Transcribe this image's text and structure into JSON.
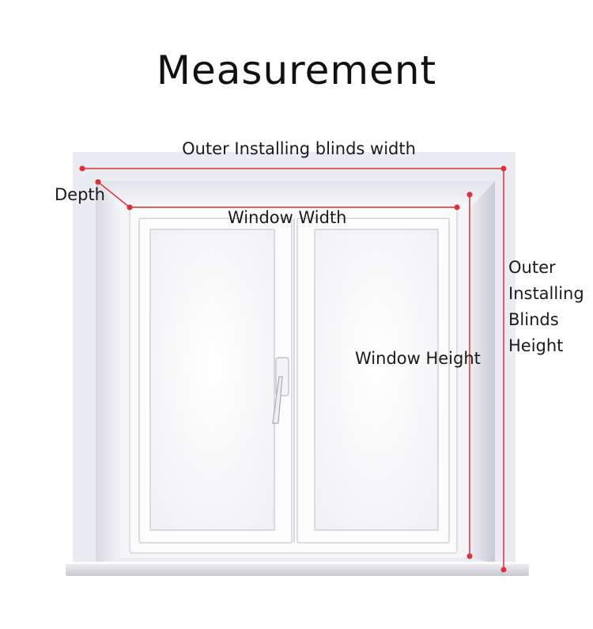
{
  "title": "Measurement",
  "labels": {
    "outer_width": "Outer Installing blinds width",
    "depth": "Depth",
    "window_width": "Window Width",
    "window_height": "Window Height",
    "outer_height_lines": [
      "Outer",
      "Installing",
      "Blinds",
      "Height"
    ]
  },
  "colors": {
    "measure_line": "#d8323a",
    "wall": "#ebebf2",
    "frame": "#f7f7f9",
    "glass": "#ffffff",
    "text": "#1a1a1a"
  }
}
